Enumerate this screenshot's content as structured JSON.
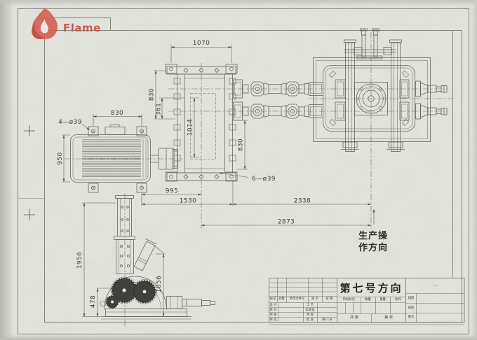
{
  "logo": {
    "brand": "Flame"
  },
  "drawing": {
    "dims": {
      "top_width": "1070",
      "motor_width": "830",
      "motor_holes": "4—ø39",
      "motor_height": "950",
      "gearbox_left_height": "830",
      "gearbox_offset": "361",
      "gearbox_inner_height": "1014",
      "gearbox_right_height": "830",
      "gearbox_holes": "6—ø39",
      "span_motor_to_center": "995",
      "span_motor_to_flange": "1530",
      "span_flange_to_mill": "2338",
      "span_center_to_mill": "2873",
      "side_total_height": "1956",
      "side_upper_height": "1056",
      "side_shaft_height": "478"
    },
    "notes": {
      "direction_line1": "生产操",
      "direction_line2": "作方向"
    }
  },
  "title_block": {
    "title": "第七号方向",
    "revision_header": [
      "标记",
      "处数",
      "更改文件号",
      "签 字",
      "日 期"
    ],
    "left_col1": [
      "设 计",
      "校 对",
      "审 核",
      "审 定"
    ],
    "left_col2": [
      "工 艺",
      "标准化",
      "审 查",
      "批 准"
    ],
    "stamp_note": "86.7.8",
    "mid_labels": [
      "阶段标记",
      "数量",
      "重量",
      "比例"
    ],
    "sheet_labels": [
      "共  张",
      "第  张"
    ],
    "right_labels": [
      "描图",
      "描校",
      "图号"
    ],
    "right_top_mark": "—"
  },
  "colors": {
    "paper": "#e8e9e2",
    "line": "#666a62",
    "brand_red": "#c94a40",
    "gear_fill": "#3f423c"
  }
}
